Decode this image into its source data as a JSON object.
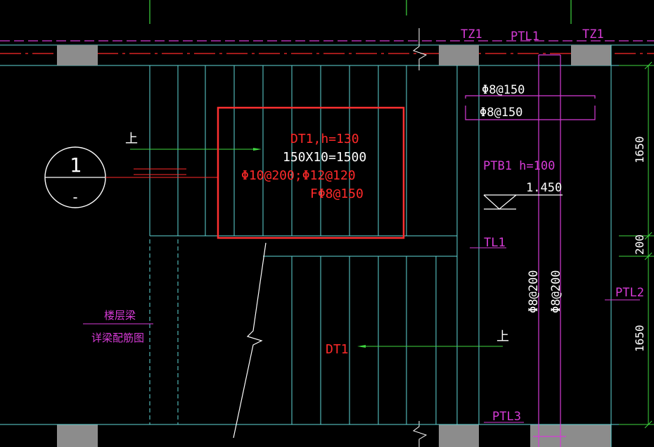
{
  "drawing": {
    "colors": {
      "background": "#000000",
      "cyan": "#5fd7d7",
      "white": "#ffffff",
      "green": "#3fd73f",
      "red": "#ff2a2a",
      "magenta": "#d63bd6",
      "grey": "#8c8c8c",
      "highlight": "#ff3030"
    },
    "labels": {
      "tz1_left": "TZ1",
      "ptl1": "PTL1",
      "tz1_right": "TZ1",
      "rebar_top_1": "Φ8@150",
      "rebar_top_2": "Φ8@150",
      "dt1_title": "DT1,h=130",
      "dt1_dims": "150X10=1500",
      "dt1_rebar": "Φ10@200;Φ12@120",
      "dt1_dist": "FΦ8@150",
      "ptb1": "PTB1 h=100",
      "elevation": "1.450",
      "tl1": "TL1",
      "ptl2": "PTL2",
      "dt1_lower": "DT1",
      "ptl3": "PTL3",
      "vertical_rebar_1": "Φ8@200",
      "vertical_rebar_2": "Φ8@200",
      "dim_top": "1650",
      "dim_mid": "200",
      "dim_bottom": "1650",
      "section_number": "1",
      "section_sub": "-",
      "up_arrow_top": "上",
      "up_arrow_bottom": "上",
      "note_line1": "楼层梁",
      "note_line2": "详梁配筋图"
    }
  }
}
